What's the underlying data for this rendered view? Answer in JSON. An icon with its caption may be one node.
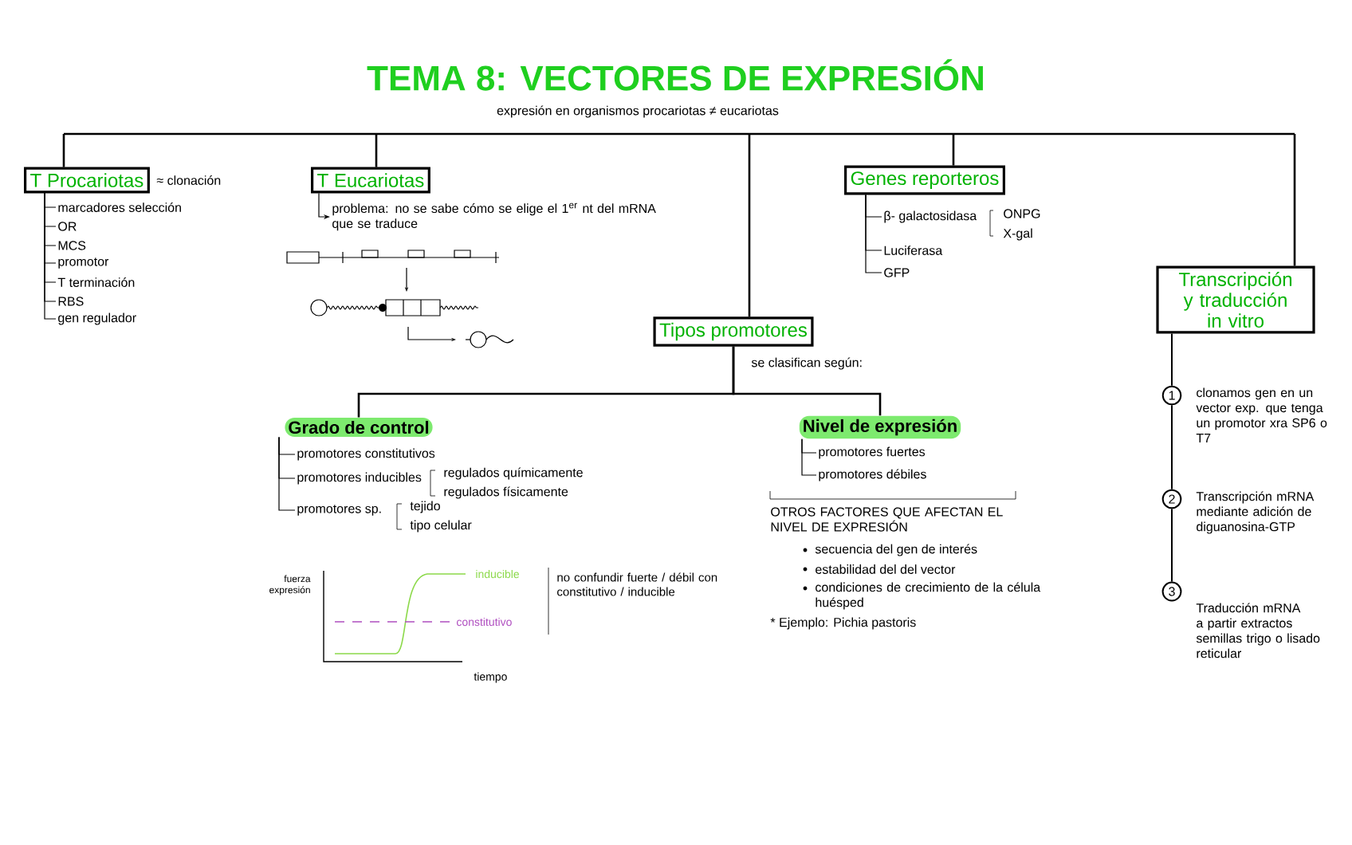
{
  "diagram": {
    "title": "TEMA 8: VECTORES DE EXPRESIÓN",
    "nodes": [
      {
        "text": [
          "expresión en organismos procariotas ≠ eucariotas"
        ]
      },
      {
        "text": [
          "T Procariotas"
        ],
        "beside": [
          "≈ clonación"
        ]
      },
      {
        "text": [
          "marcadores selección"
        ]
      },
      {
        "text": [
          "OR"
        ]
      },
      {
        "text": [
          "MCS"
        ]
      },
      {
        "text": [
          "promotor"
        ]
      },
      {
        "text": [
          "T terminación"
        ]
      },
      {
        "text": [
          "RBS"
        ]
      },
      {
        "text": [
          "gen regulador"
        ]
      },
      {
        "text": [
          "T Eucariotas"
        ]
      },
      {
        "text": [
          "problema: no se sabe cómo se elige el 1$^{er}$ nt del mRNA que se traduce"
        ]
      },
      {
        "text": [
          "Genes reporteros"
        ]
      },
      {
        "text": [
          "β- galactosidasa"
        ],
        "beside": [
          "ONPG",
          "X-gal"
        ]
      },
      {
        "text": [
          "Luciferasa"
        ]
      },
      {
        "text": [
          "GFP"
        ]
      },
      {
        "text": [
          "Tipos promotores"
        ],
        "beside": [
          "se clasifican según:"
        ]
      },
      {
        "text": [
          "Grado de control"
        ]
      },
      {
        "text": [
          "promotores constitutivos"
        ]
      },
      {
        "text": [
          "promotores inducibles"
        ],
        "beside": [
          "regulados químicamente",
          "regulados físicamente"
        ]
      },
      {
        "text": [
          "promotores sp."
        ],
        "beside": [
          "tejido",
          "tipo celular"
        ]
      },
      {
        "text": [
          "Nivel de expresión"
        ]
      },
      {
        "text": [
          "promotores fuertes"
        ]
      },
      {
        "text": [
          "promotores débiles"
        ]
      },
      {
        "text": [
          "Transcripción y traducción in vitro"
        ]
      },
      {
        "text": [
          "1"
        ],
        "beside": [
          "clonamos gen en un vector exp. que tenga un promotor xra SP6 o T7"
        ]
      },
      {
        "text": [
          "2"
        ],
        "beside": [
          "Transcripción mRNA mediante adición de diguanosina-GTP"
        ]
      },
      {
        "text": [
          "3"
        ],
        "beside": [
          "Traducción mRNA a partir extractos semillas trigo o lisado reticular"
        ]
      }
    ],
    "edges": [
      {
        "from": null,
        "to": 1,
        "arrow": "none"
      },
      {
        "from": null,
        "to": 9,
        "arrow": "none"
      },
      {
        "from": null,
        "to": 15,
        "arrow": "none"
      },
      {
        "from": null,
        "to": 11,
        "arrow": "none"
      },
      {
        "from": null,
        "to": 23,
        "arrow": "none"
      },
      {
        "from": 1,
        "to": 2,
        "arrow": "none"
      },
      {
        "from": 1,
        "to": 3,
        "arrow": "none"
      },
      {
        "from": 1,
        "to": 4,
        "arrow": "none"
      },
      {
        "from": 1,
        "to": 5,
        "arrow": "none"
      },
      {
        "from": 1,
        "to": 6,
        "arrow": "none"
      },
      {
        "from": 1,
        "to": 7,
        "arrow": "none"
      },
      {
        "from": 1,
        "to": 8,
        "arrow": "none"
      },
      {
        "from": 9,
        "to": 10,
        "arrow": "to"
      },
      {
        "from": 11,
        "to": 12,
        "arrow": "none"
      },
      {
        "from": 11,
        "to": 13,
        "arrow": "none"
      },
      {
        "from": 11,
        "to": 14,
        "arrow": "none"
      },
      {
        "from": 15,
        "to": 16,
        "arrow": "none"
      },
      {
        "from": 15,
        "to": 20,
        "arrow": "none"
      },
      {
        "from": 16,
        "to": 17,
        "arrow": "none"
      },
      {
        "from": 16,
        "to": 18,
        "arrow": "none"
      },
      {
        "from": 16,
        "to": 19,
        "arrow": "none"
      },
      {
        "from": 20,
        "to": 21,
        "arrow": "none"
      },
      {
        "from": 20,
        "to": 22,
        "arrow": "none"
      },
      {
        "from": 23,
        "to": 24,
        "arrow": "none"
      },
      {
        "from": 24,
        "to": 25,
        "arrow": "none"
      },
      {
        "from": 25,
        "to": 26,
        "arrow": "none"
      }
    ],
    "labels": [
      "fuerza expresión",
      "inducible",
      "no confundir fuerte / débil con constitutivo / inducible",
      "constitutivo",
      "tiempo",
      "OTROS FACTORES QUE AFECTAN EL NIVEL DE EXPRESIÓN",
      "secuencia del gen de interés",
      "estabilidad del del vector",
      "condiciones de crecimiento de la célula huésped",
      "* Ejemplo: Pichia pastoris"
    ]
  }
}
